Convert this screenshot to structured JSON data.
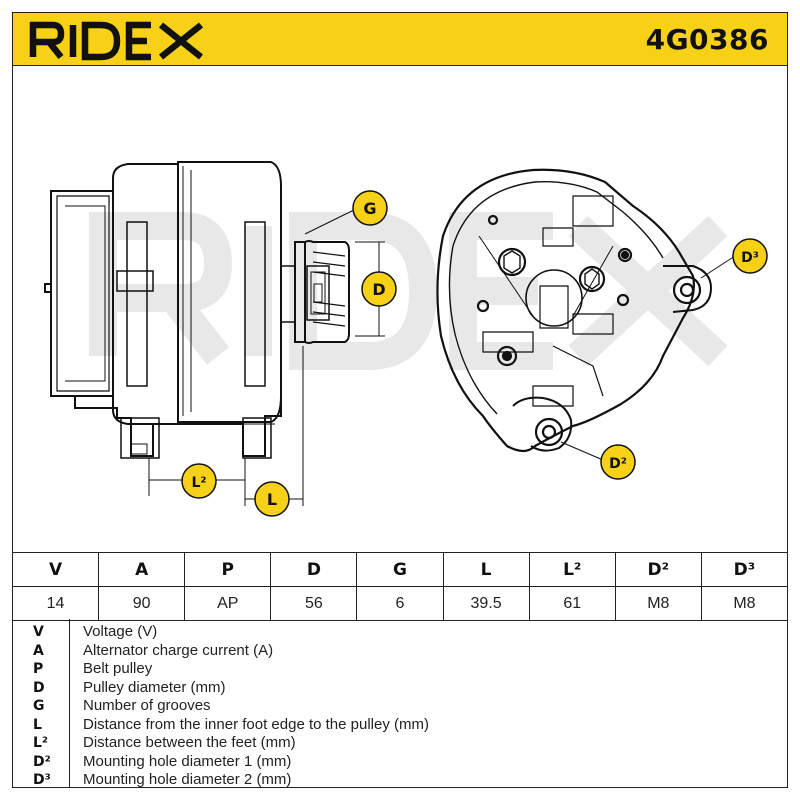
{
  "header": {
    "brand": "RIDEX",
    "part_number": "4G0386",
    "color_yellow": "#f7d117"
  },
  "drawing": {
    "watermark": "RIDEX",
    "callouts": {
      "G": "G",
      "D": "D",
      "D3": "D³",
      "D2": "D²",
      "L2": "L²",
      "L": "L"
    }
  },
  "specs": {
    "headers": [
      "V",
      "A",
      "P",
      "D",
      "G",
      "L",
      "L²",
      "D²",
      "D³"
    ],
    "values": [
      "14",
      "90",
      "AP",
      "56",
      "6",
      "39.5",
      "61",
      "M8",
      "M8"
    ]
  },
  "legend": [
    {
      "key": "V",
      "desc": "Voltage (V)"
    },
    {
      "key": "A",
      "desc": "Alternator charge current (A)"
    },
    {
      "key": "P",
      "desc": "Belt pulley"
    },
    {
      "key": "D",
      "desc": "Pulley diameter (mm)"
    },
    {
      "key": "G",
      "desc": "Number of grooves"
    },
    {
      "key": "L",
      "desc": "Distance from the inner foot edge to the pulley (mm)"
    },
    {
      "key": "L²",
      "desc": "Distance between the feet (mm)"
    },
    {
      "key": "D²",
      "desc": "Mounting hole diameter 1 (mm)"
    },
    {
      "key": "D³",
      "desc": "Mounting hole diameter 2 (mm)"
    }
  ]
}
